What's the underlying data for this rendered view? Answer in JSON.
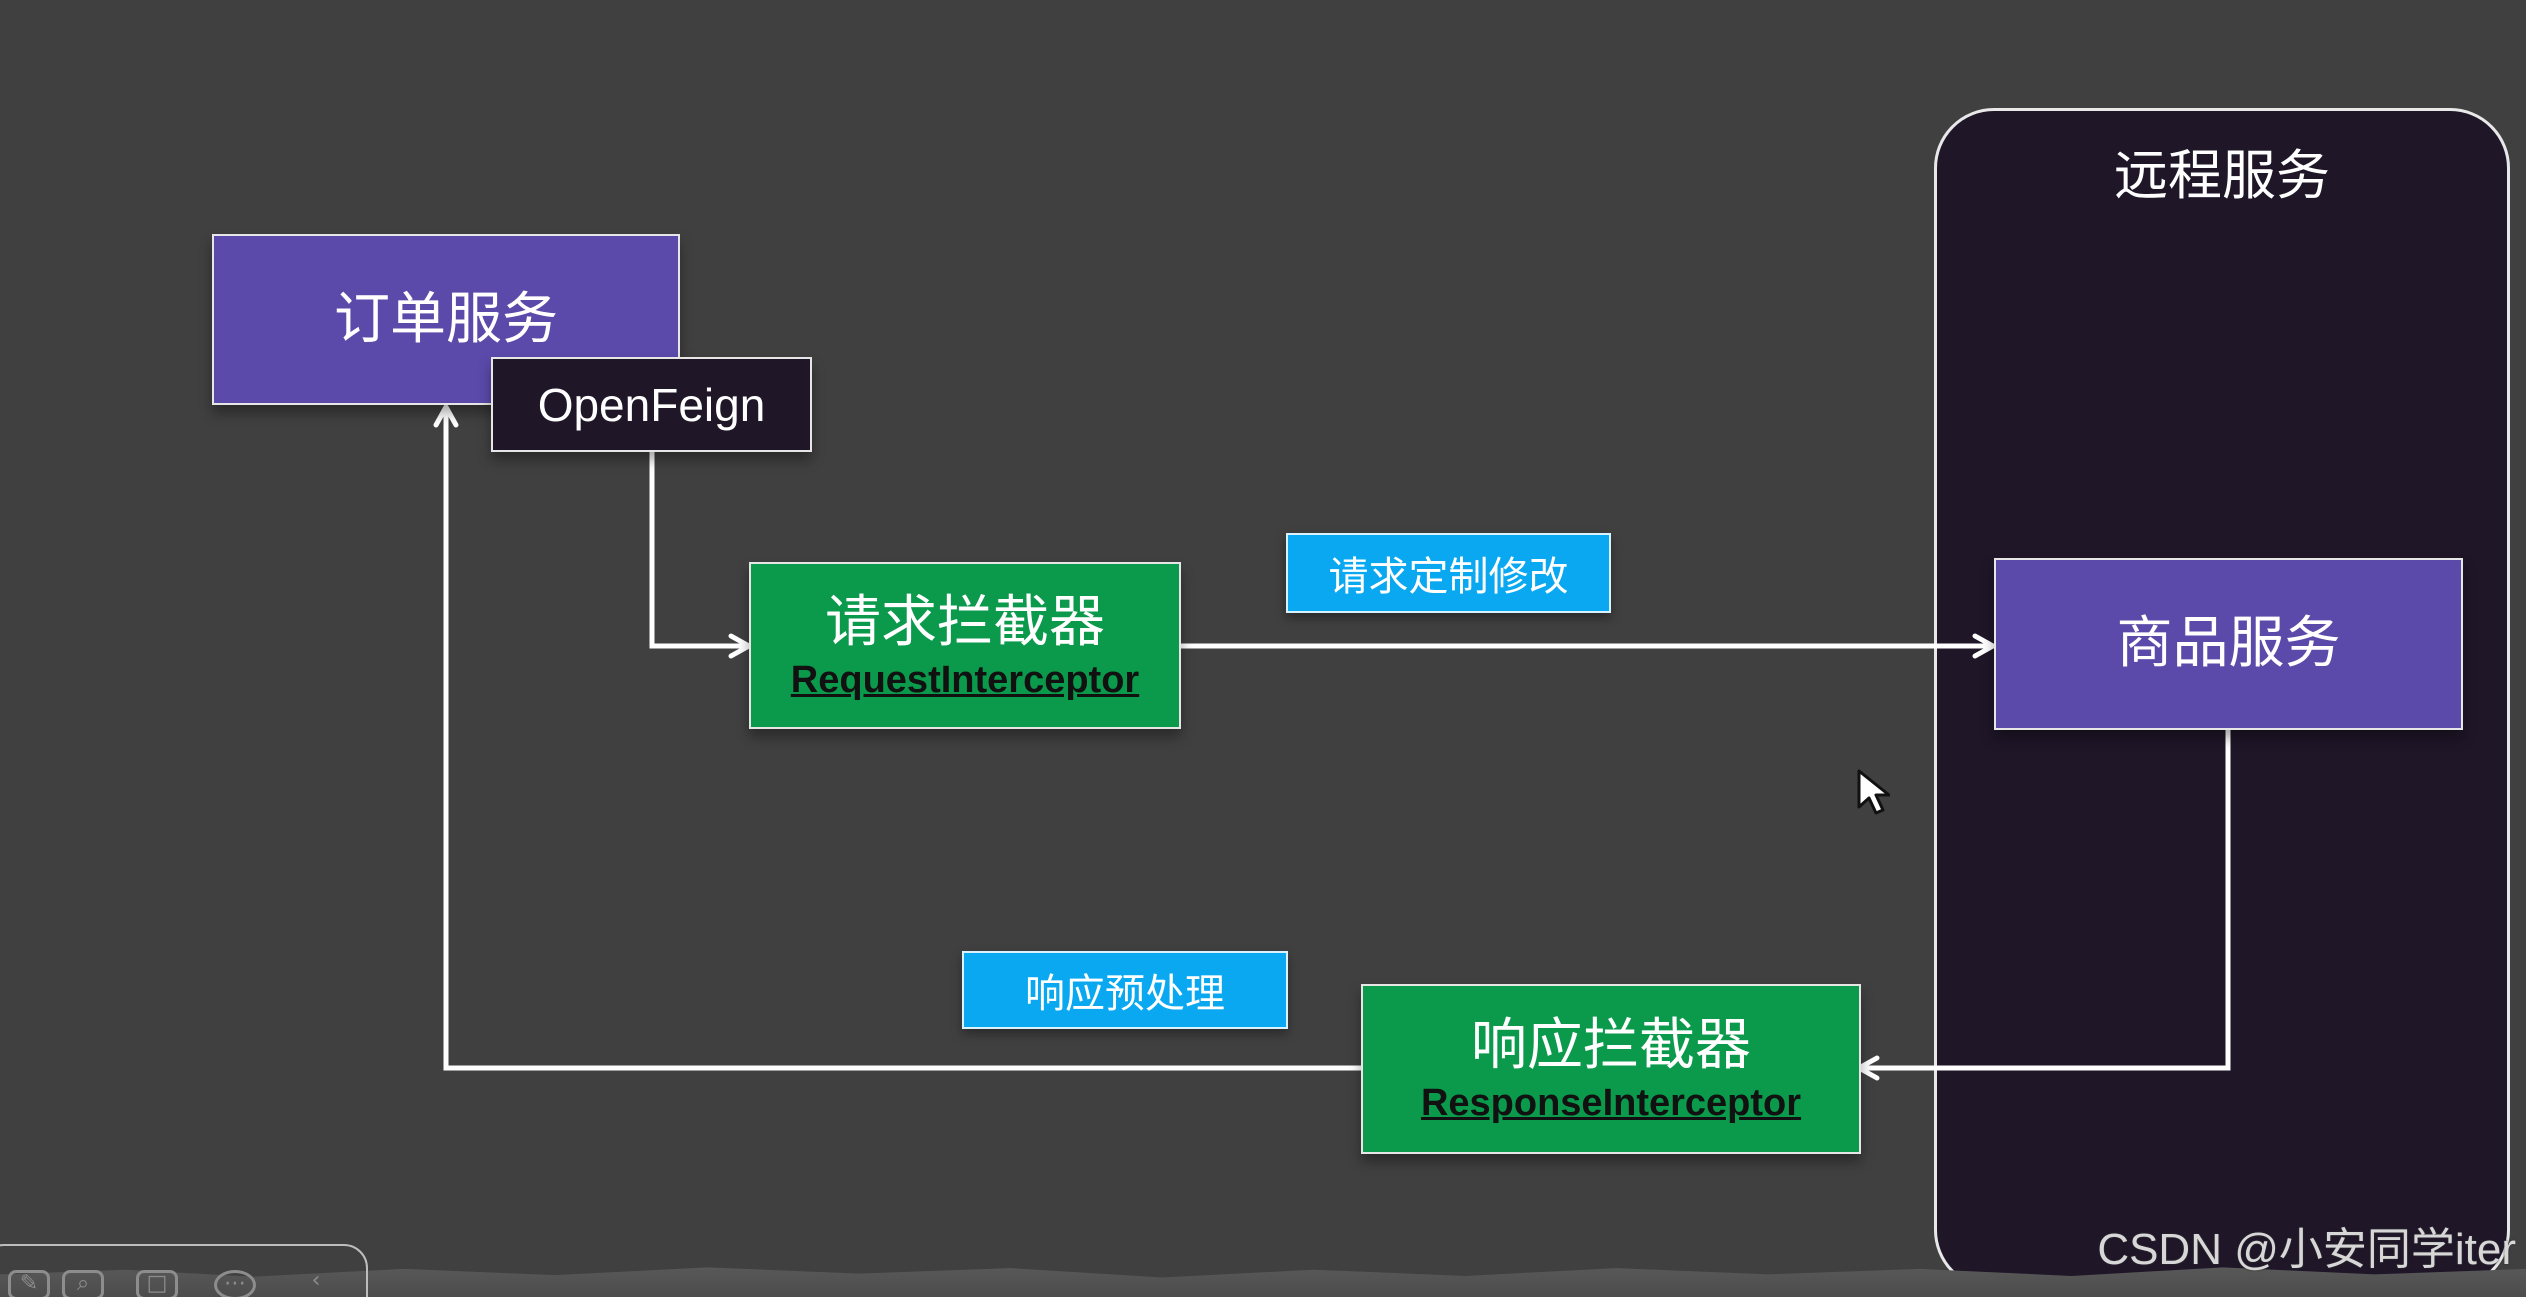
{
  "diagram": {
    "remote_service": {
      "title": "远程服务"
    },
    "order_service": {
      "label": "订单服务"
    },
    "openfeign": {
      "label": "OpenFeign"
    },
    "request_interceptor": {
      "title": "请求拦截器",
      "subtitle": "RequestInterceptor"
    },
    "request_note": {
      "label": "请求定制修改"
    },
    "product_service": {
      "label": "商品服务"
    },
    "response_note": {
      "label": "响应预处理"
    },
    "response_interceptor": {
      "title": "响应拦截器",
      "subtitle": "ResponseInterceptor"
    }
  },
  "watermark": {
    "text": "CSDN @小安同学iter"
  },
  "icons": {
    "cursor": "mouse-pointer-icon"
  }
}
